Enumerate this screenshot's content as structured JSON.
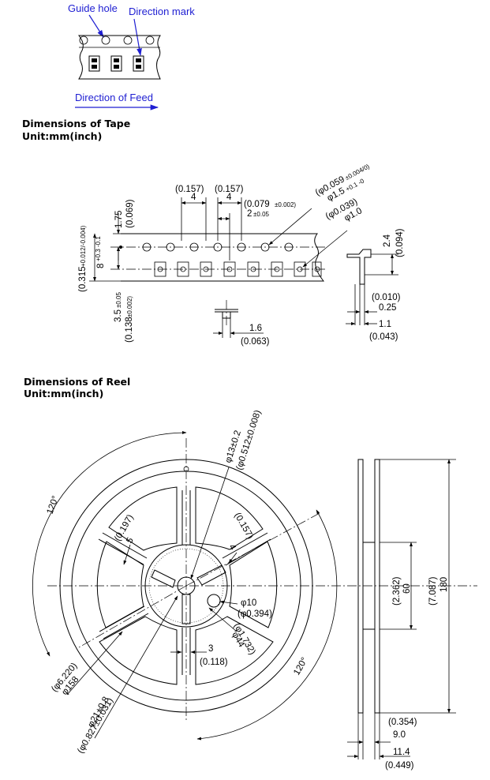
{
  "feed_figure": {
    "guide_hole_label": "Guide hole",
    "direction_mark_label": "Direction mark",
    "direction_of_feed_label": "Direction of Feed"
  },
  "tape_section": {
    "title": "Dimensions of Tape",
    "unit": "Unit:mm(inch)",
    "dims": {
      "pitch_left_inch": "(0.157)",
      "pitch_left_mm": "4",
      "pitch_right_inch": "(0.157)",
      "pitch_right_mm": "4",
      "hole_dia_inch": "(φ0.059",
      "hole_dia_inch_tol": "±0.004/0)",
      "hole_dia_mm": "φ1.5",
      "hole_dia_mm_tol": "+0.1 -0",
      "pocket_hole_inch": "(φ0.039)",
      "pocket_hole_mm": "φ1.0",
      "half_pitch_inch": "(0.079",
      "half_pitch_inch_tol": "±0.002)",
      "half_pitch_mm": "2",
      "half_pitch_mm_tol": "±0.05",
      "edge_mm": "1.75",
      "edge_inch": "(0.069)",
      "width_inch": "(0.315",
      "width_inch_tol": "+0.012/-0.004)",
      "width_mm": "8",
      "width_mm_tol": "+0.3 -0.1",
      "offset_mm": "3.5",
      "offset_mm_tol": "±0.05",
      "offset_inch": "(0.138",
      "offset_inch_tol": "±0.002)",
      "depth_mm": "2.4",
      "depth_inch": "(0.094)",
      "thick_inch": "(0.010)",
      "thick_mm": "0.25",
      "cover_mm": "1.1",
      "cover_inch": "(0.043)",
      "pocket_mm": "1.6",
      "pocket_inch": "(0.063)"
    }
  },
  "reel_section": {
    "title": "Dimensions of Reel",
    "unit": "Unit:mm(inch)",
    "dims": {
      "angle_top": "120°",
      "angle_bottom": "120°",
      "arbor_mm": "φ13±0.2",
      "arbor_inch": "(φ0.512±0.008)",
      "slot_inch": "(0.197)",
      "slot_mm": "5",
      "key_mm": "4",
      "key_inch": "(0.157)",
      "hole_mm": "φ10",
      "hole_inch": "(φ0.394)",
      "hub_mm": "φ44",
      "hub_inch": "(φ1.732)",
      "key_width_mm": "3",
      "key_width_inch": "(0.118)",
      "flange_inch": "(φ6.220)",
      "flange_mm": "φ158",
      "center_mm": "φ21±0.8",
      "center_inch": "(φ0.827±0.031)",
      "hub_height_inch": "(2.362)",
      "hub_height_mm": "60",
      "reel_dia_inch": "(7.087)",
      "reel_dia_mm": "180",
      "inner_w_inch": "(0.354)",
      "inner_w_mm": "9.0",
      "outer_w_mm": "11.4",
      "outer_w_inch": "(0.449)"
    }
  }
}
